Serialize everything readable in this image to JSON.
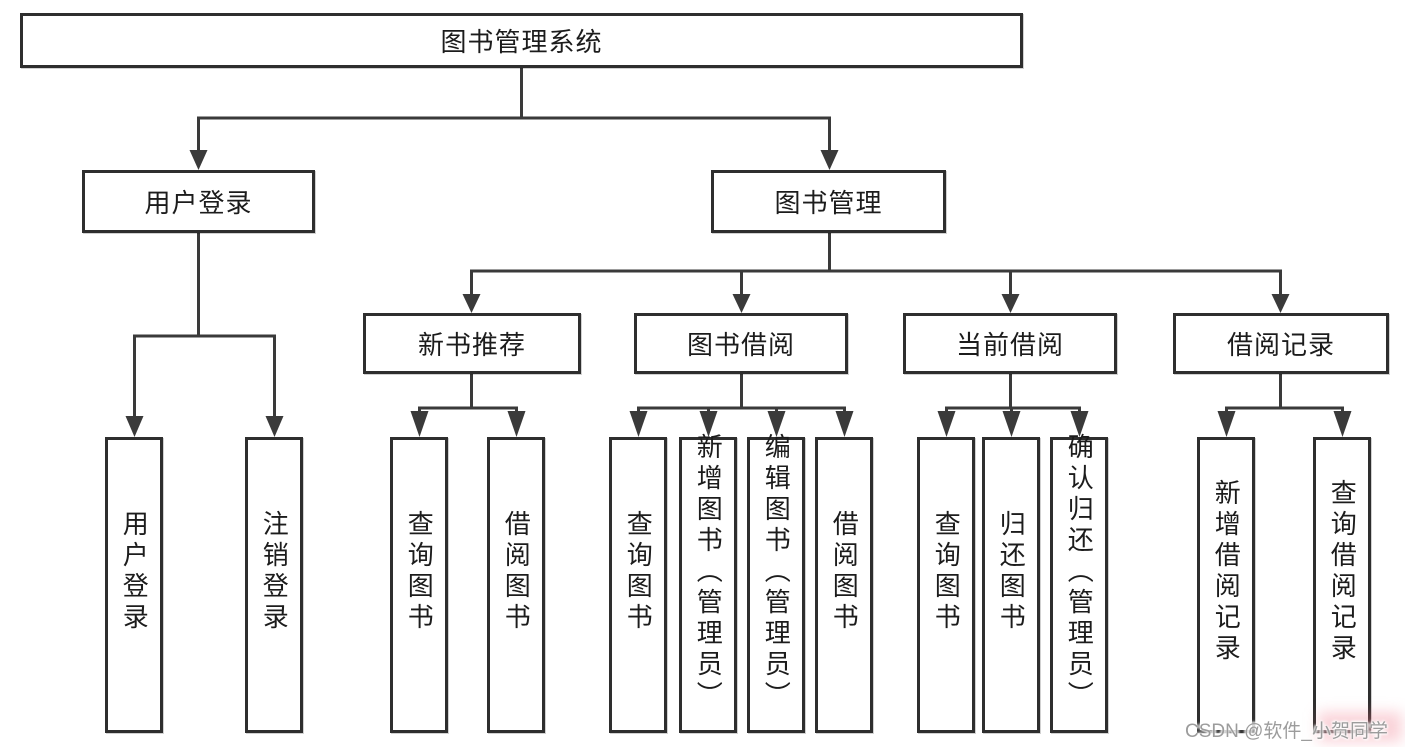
{
  "diagram": {
    "title": "图书管理系统",
    "level2": [
      {
        "label": "用户登录"
      },
      {
        "label": "图书管理"
      }
    ],
    "level3": [
      {
        "label": "新书推荐"
      },
      {
        "label": "图书借阅"
      },
      {
        "label": "当前借阅"
      },
      {
        "label": "借阅记录"
      }
    ],
    "leaves": {
      "user_login": [
        "用户登录",
        "注销登录"
      ],
      "new_book_rec": [
        "查询图书",
        "借阅图书"
      ],
      "book_borrow": [
        "查询图书",
        "新增图书（管理员）",
        "编辑图书（管理员）",
        "借阅图书"
      ],
      "current_borrow": [
        "查询图书",
        "归还图书",
        "确认归还（管理员）"
      ],
      "borrow_record": [
        "新增借阅记录",
        "查询借阅记录"
      ]
    }
  },
  "watermark": {
    "text": "CSDN @软件_小贺同学"
  },
  "colors": {
    "line": "#3a3a3a",
    "border": "#2e2e2e",
    "text": "#1c1c1c",
    "watermark": "#9c9c9c",
    "bg": "#ffffff"
  }
}
